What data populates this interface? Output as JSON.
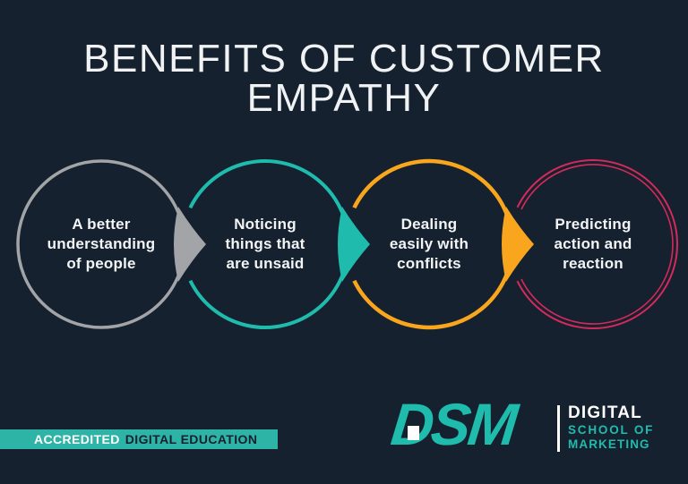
{
  "title": "BENEFITS OF CUSTOMER\nEMPATHY",
  "steps": [
    {
      "label": "A better\nunderstanding\nof people",
      "color": "#a2a4a7"
    },
    {
      "label": "Noticing\nthings that\nare unsaid",
      "color": "#1fbbad"
    },
    {
      "label": "Dealing\neasily with\nconflicts",
      "color": "#f9a61e"
    },
    {
      "label": "Predicting\naction and\nreaction",
      "color": "#d42a5b"
    }
  ],
  "footer": {
    "badge": {
      "highlight": "ACCREDITED",
      "rest": "DIGITAL EDUCATION",
      "background": "#2eb4a6"
    },
    "logo": {
      "monogram": "DSM",
      "line1": "DIGITAL",
      "line2": "SCHOOL OF",
      "line3": "MARKETING",
      "brand_teal": "#1fbbad"
    }
  },
  "colors": {
    "background": "#15212e",
    "title_text": "#f0f2f4",
    "step_text": "#f2f4f6"
  }
}
